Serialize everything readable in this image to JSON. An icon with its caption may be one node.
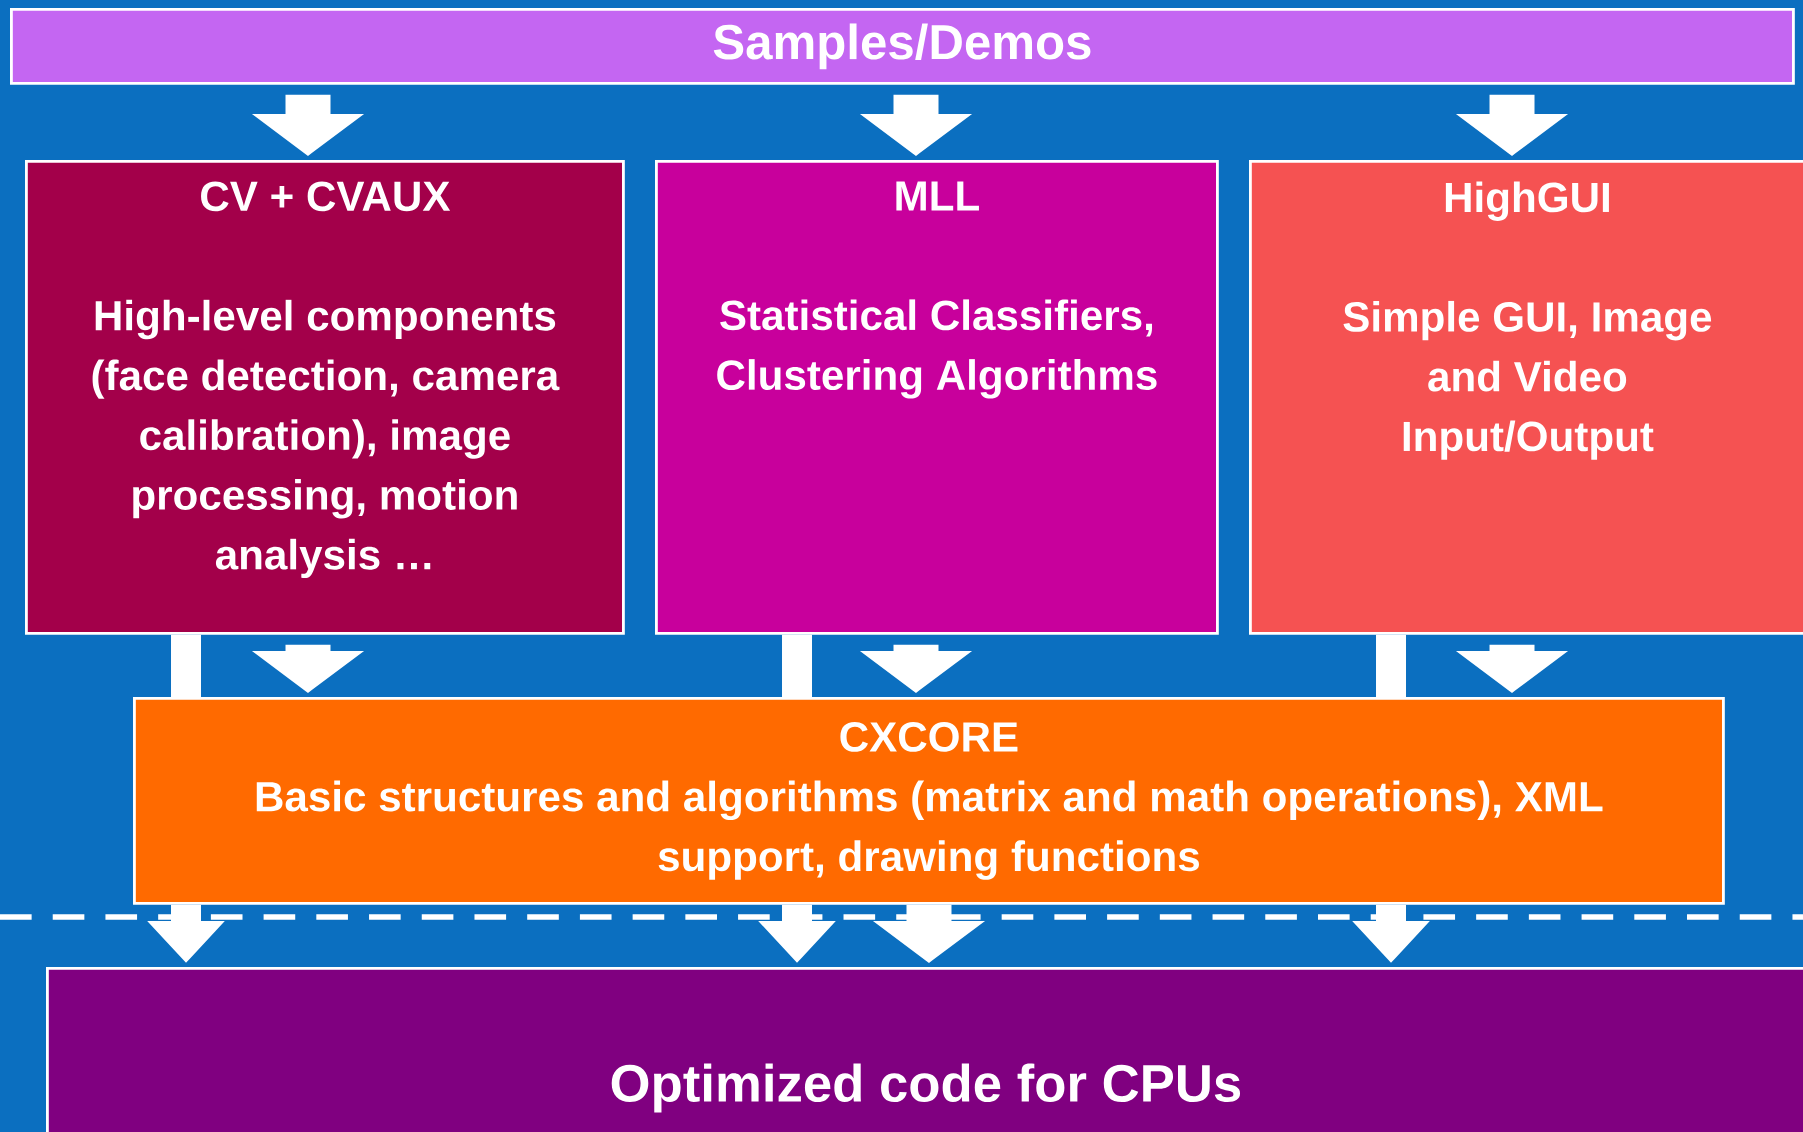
{
  "diagram": {
    "nodes": [
      {
        "text": [
          "Samples/Demos"
        ]
      },
      {
        "text": [
          "CV + CVAUX",
          "High-level components (face detection, camera calibration), image processing, motion analysis …"
        ]
      },
      {
        "text": [
          "MLL",
          "Statistical Classifiers, Clustering Algorithms"
        ]
      },
      {
        "text": [
          "HighGUI",
          "Simple GUI, Image and Video Input/Output"
        ]
      },
      {
        "text": [
          "CXCORE",
          "Basic structures and algorithms (matrix and math operations), XML support, drawing functions"
        ]
      },
      {
        "text": [
          "Optimized code for CPUs"
        ]
      }
    ],
    "edges": [
      {
        "from": 0,
        "to": 1,
        "arrow": "to"
      },
      {
        "from": 0,
        "to": 2,
        "arrow": "to"
      },
      {
        "from": 0,
        "to": 3,
        "arrow": "to"
      },
      {
        "from": 1,
        "to": 4,
        "arrow": "none"
      },
      {
        "from": 1,
        "to": 4,
        "arrow": "to"
      },
      {
        "from": 2,
        "to": 4,
        "arrow": "none"
      },
      {
        "from": 2,
        "to": 4,
        "arrow": "to"
      },
      {
        "from": 3,
        "to": 4,
        "arrow": "none"
      },
      {
        "from": 3,
        "to": 4,
        "arrow": "to"
      },
      {
        "from": 4,
        "to": 5,
        "arrow": "to"
      },
      {
        "from": 4,
        "to": 5,
        "arrow": "to"
      },
      {
        "from": 4,
        "to": 5,
        "arrow": "to"
      },
      {
        "from": 4,
        "to": 5,
        "arrow": "to"
      }
    ]
  }
}
